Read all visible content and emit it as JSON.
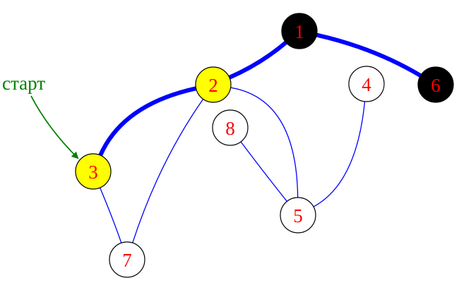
{
  "graph": {
    "start_label": "старт",
    "colors": {
      "edge": "#0000ff",
      "node_label": "#ff0000",
      "start": "#008000",
      "visited_fill": "#ffff00",
      "done_fill": "#000000",
      "unvisited_fill": "#ffffff",
      "node_stroke": "#000000"
    },
    "nodes": [
      {
        "id": "1",
        "label": "1",
        "state": "done"
      },
      {
        "id": "2",
        "label": "2",
        "state": "visited"
      },
      {
        "id": "3",
        "label": "3",
        "state": "visited"
      },
      {
        "id": "4",
        "label": "4",
        "state": "unvisited"
      },
      {
        "id": "5",
        "label": "5",
        "state": "unvisited"
      },
      {
        "id": "6",
        "label": "6",
        "state": "done"
      },
      {
        "id": "7",
        "label": "7",
        "state": "unvisited"
      },
      {
        "id": "8",
        "label": "8",
        "state": "unvisited"
      }
    ],
    "edges": [
      {
        "from": "3",
        "to": "2",
        "traversed": true
      },
      {
        "from": "2",
        "to": "1",
        "traversed": true
      },
      {
        "from": "1",
        "to": "6",
        "traversed": true
      },
      {
        "from": "3",
        "to": "7",
        "traversed": false
      },
      {
        "from": "7",
        "to": "2",
        "traversed": false
      },
      {
        "from": "2",
        "to": "5",
        "traversed": false
      },
      {
        "from": "8",
        "to": "5",
        "traversed": false
      },
      {
        "from": "5",
        "to": "4",
        "traversed": false
      }
    ]
  }
}
